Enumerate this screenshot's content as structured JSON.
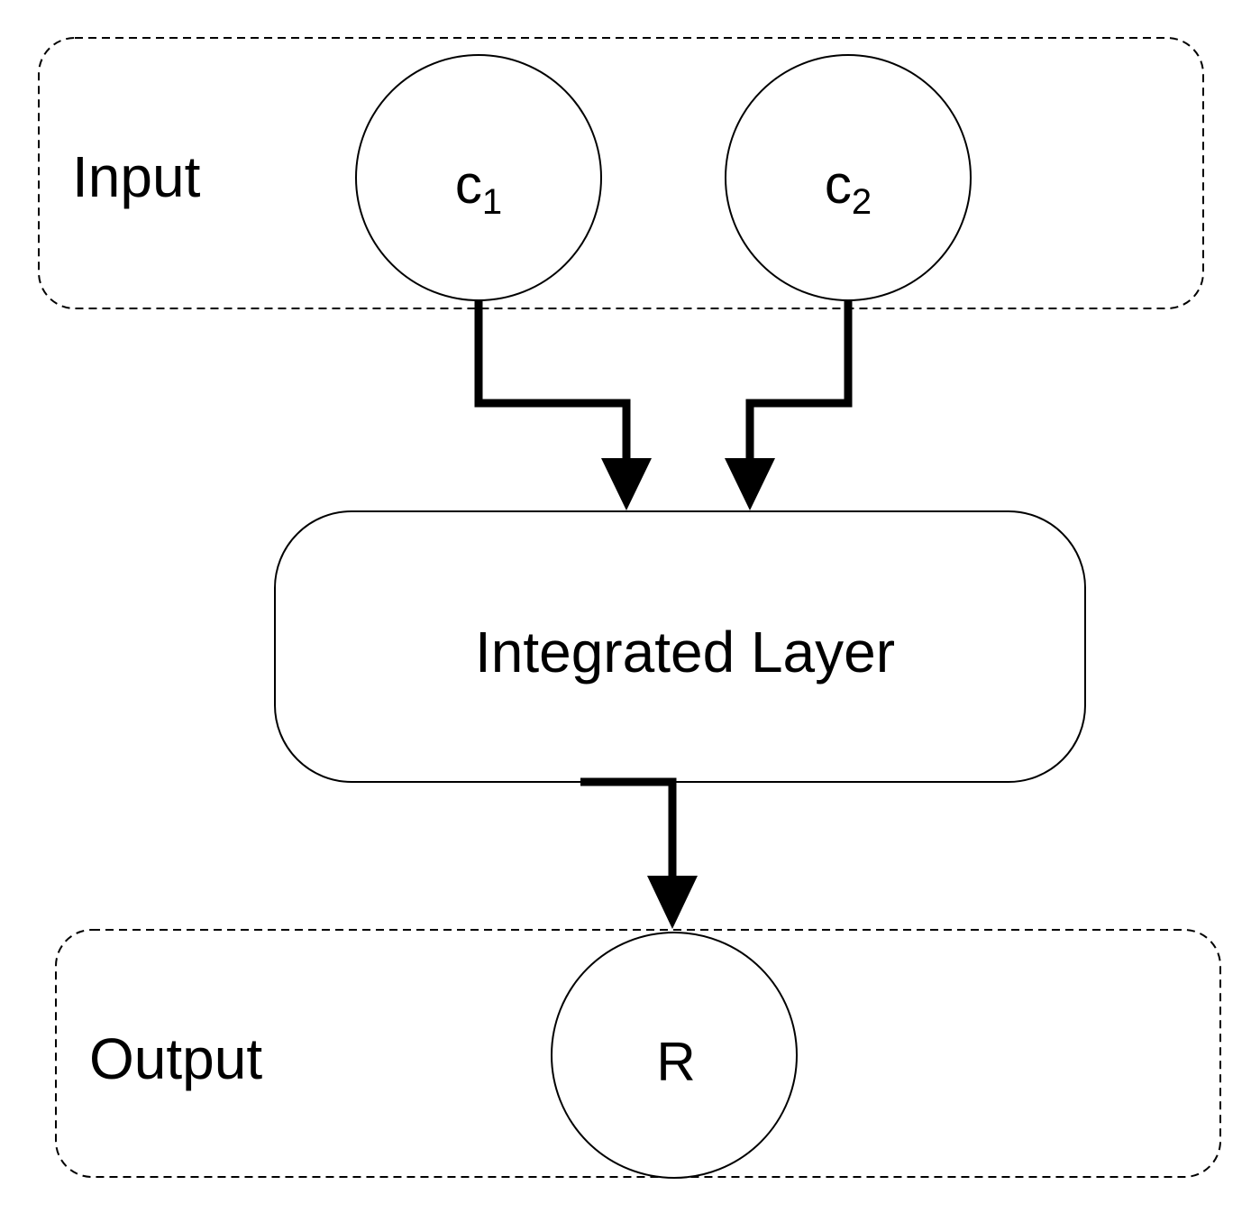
{
  "groups": {
    "input": {
      "label": "Input"
    },
    "output": {
      "label": "Output"
    }
  },
  "nodes": {
    "c1": {
      "base": "c",
      "subscript": "1"
    },
    "c2": {
      "base": "c",
      "subscript": "2"
    },
    "integrated": {
      "label": "Integrated Layer"
    },
    "r": {
      "label": "R"
    }
  },
  "colors": {
    "stroke": "#000000",
    "background": "#ffffff"
  }
}
